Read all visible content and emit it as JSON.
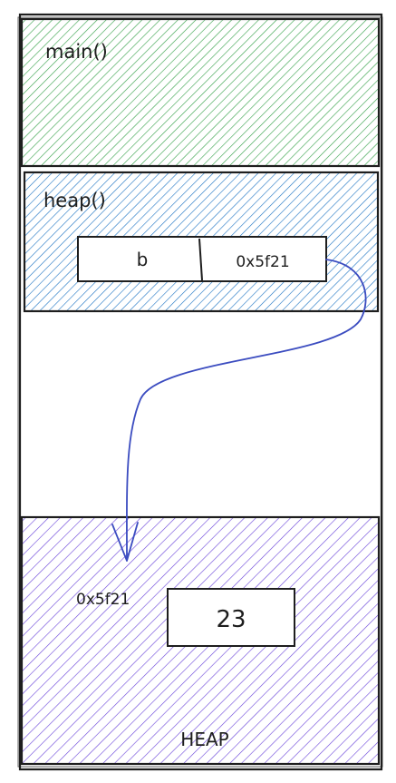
{
  "frames": {
    "main": {
      "label": "main()",
      "color": "#2f9e44"
    },
    "heap_frame": {
      "label": "heap()",
      "color": "#1971c2",
      "variable": {
        "name": "b",
        "value": "0x5f21"
      }
    }
  },
  "heap_region": {
    "label": "HEAP",
    "color": "#6741d9",
    "address": "0x5f21",
    "value": "23"
  },
  "pointer_arrow": {
    "color": "#3b4cc0"
  },
  "stroke_color": "#1e1e1e"
}
